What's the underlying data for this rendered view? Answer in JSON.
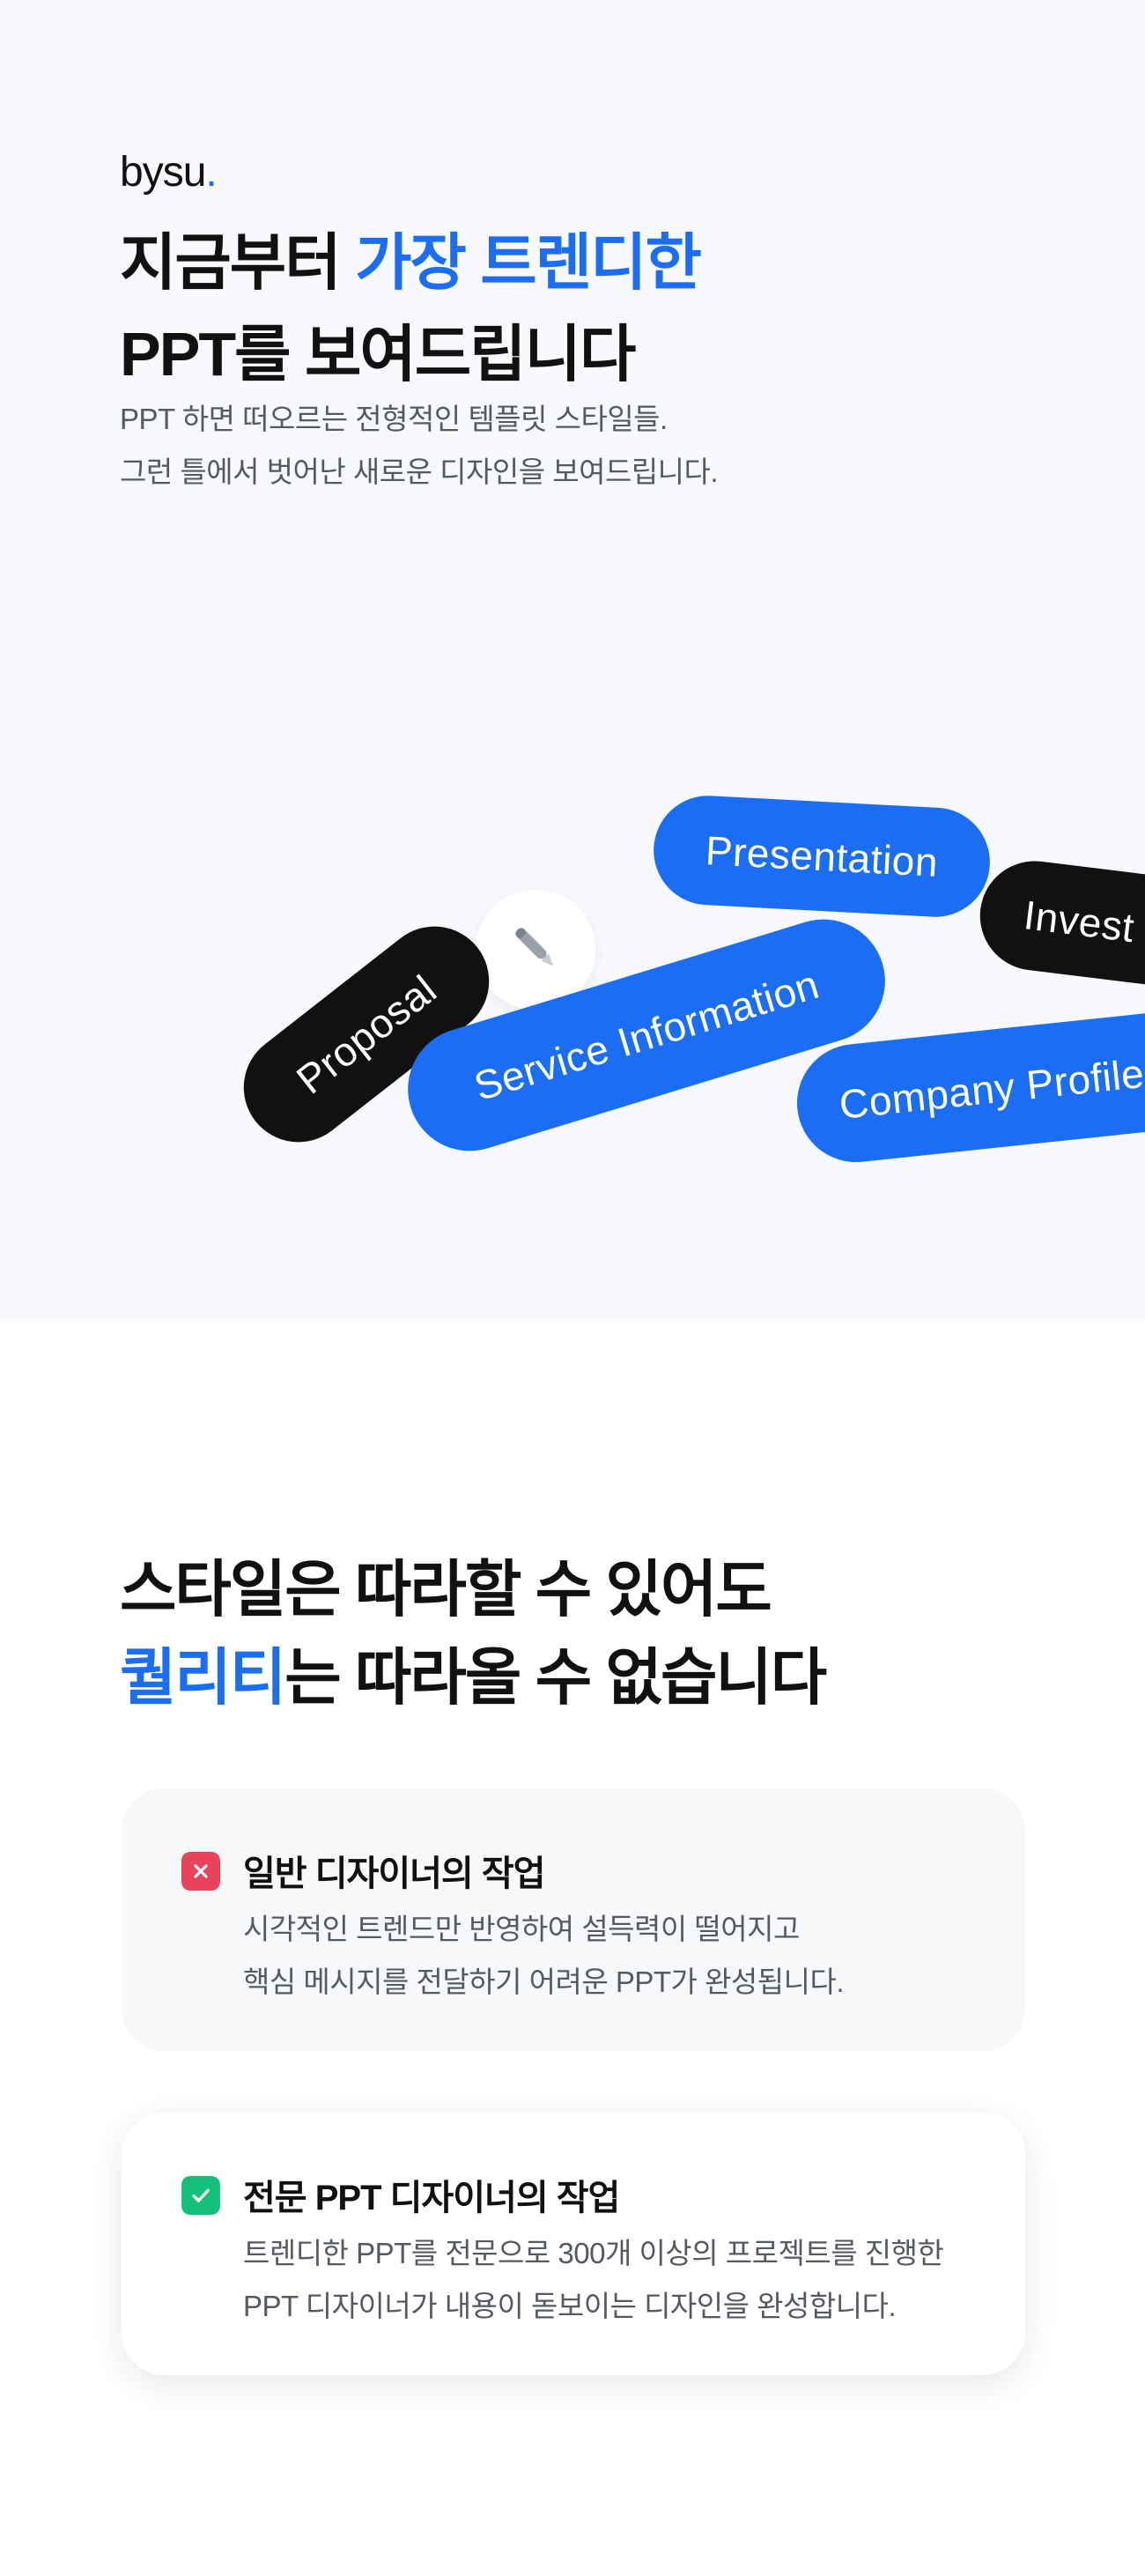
{
  "hero": {
    "logo_text": "bysu",
    "logo_dot": ".",
    "title_line1_plain": "지금부터 ",
    "title_line1_accent": "가장 트렌디한",
    "title_line2": "PPT를 보여드립니다",
    "desc_line1": "PPT 하면 떠오르는 전형적인 템플릿 스타일들.",
    "desc_line2": "그런 틀에서 벗어난 새로운 디자인을 보여드립니다.",
    "pills": [
      {
        "label": "Presentation",
        "color": "blue"
      },
      {
        "label": "Invest",
        "color": "black"
      },
      {
        "label": "Proposal",
        "color": "black"
      },
      {
        "label": "Service Information",
        "color": "blue"
      },
      {
        "label": "Company Profile",
        "color": "blue"
      }
    ],
    "pen_icon": "pen-icon"
  },
  "section2": {
    "title_line1": "스타일은 따라할 수 있어도",
    "title_line2_accent": "퀄리티",
    "title_line2_plain": "는 따라올 수 없습니다",
    "cards": [
      {
        "icon": "x-icon",
        "title": "일반 디자이너의 작업",
        "desc_line1": "시각적인 트렌드만 반영하여 설득력이 떨어지고",
        "desc_line2": "핵심 메시지를 전달하기 어려운 PPT가 완성됩니다."
      },
      {
        "icon": "check-icon",
        "title": "전문 PPT 디자이너의 작업",
        "desc_line1": "트렌디한 PPT를 전문으로 300개 이상의 프로젝트를 진행한",
        "desc_line2": "PPT 디자이너가 내용이 돋보이는 디자인을 완성합니다."
      }
    ]
  },
  "colors": {
    "accent": "#1b6ef3",
    "dark": "#111111",
    "error": "#e9425b",
    "success": "#14c07a"
  }
}
